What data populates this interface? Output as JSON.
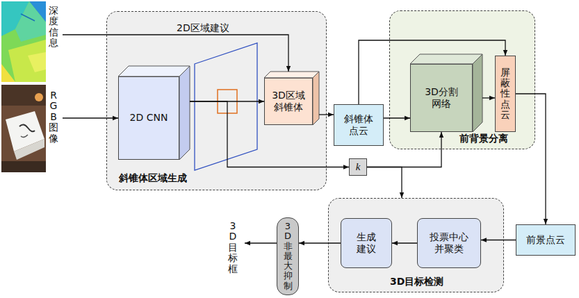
{
  "diagram": {
    "nodes": [
      {
        "text": [
          "深度信息"
        ]
      },
      {
        "text": [
          "RGB图像"
        ]
      },
      {
        "text": [
          "斜锥体区域生成"
        ]
      },
      {
        "text": [
          "2D CNN"
        ],
        "in": 2
      },
      {
        "text": [
          "3D区域斜锥体"
        ],
        "in": 2
      },
      {
        "text": [
          "斜锥体点云"
        ]
      },
      {
        "text": [
          "前背景分离"
        ]
      },
      {
        "text": [
          "3D分割网络"
        ],
        "in": 6
      },
      {
        "text": [
          "屏蔽性点云"
        ],
        "in": 6
      },
      {
        "text": [
          "k"
        ]
      },
      {
        "text": [
          "前景点云"
        ]
      },
      {
        "text": [
          "3D目标检测"
        ]
      },
      {
        "text": [
          "投票中心并聚类"
        ],
        "in": 11
      },
      {
        "text": [
          "生成建议"
        ],
        "in": 11
      },
      {
        "text": [
          "3D非最大抑制"
        ]
      }
    ],
    "edges": [
      {
        "from": 0,
        "to": 4,
        "label": "2D区域建议",
        "arrow": "to"
      },
      {
        "from": 1,
        "to": 3,
        "arrow": "to"
      },
      {
        "from": 3,
        "to": 4,
        "arrow": "to"
      },
      {
        "from": 4,
        "to": 5,
        "arrow": "to"
      },
      {
        "from": 5,
        "to": 7,
        "arrow": "to"
      },
      {
        "from": 5,
        "to": 8,
        "arrow": "to"
      },
      {
        "from": 7,
        "to": 8,
        "arrow": "to"
      },
      {
        "from": 3,
        "to": 9,
        "arrow": "to"
      },
      {
        "from": 9,
        "to": 7,
        "arrow": "to"
      },
      {
        "from": 9,
        "to": 11,
        "arrow": "to"
      },
      {
        "from": 8,
        "to": 10,
        "arrow": "to"
      },
      {
        "from": 10,
        "to": 12,
        "arrow": "to"
      },
      {
        "from": 12,
        "to": 13,
        "arrow": "to"
      },
      {
        "from": 13,
        "to": 14,
        "arrow": "to"
      }
    ],
    "labels": [
      "3D目标框"
    ]
  }
}
